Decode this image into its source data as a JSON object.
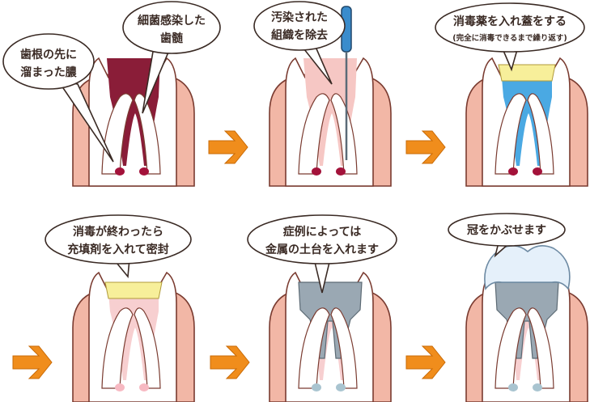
{
  "colors": {
    "gum": "#f2b7a6",
    "gum_stroke": "#7a3b30",
    "tooth": "#ffffff",
    "pulp_pink": "#f6c7c4",
    "infected": "#8a1d38",
    "pus": "#a3123a",
    "medicine": "#4aa9e3",
    "seal": "#f7ef9a",
    "filling": "#f7cfd0",
    "metal": "#9aa8b3",
    "crown": "#e5f0fa",
    "arrow": "#f08d1c"
  },
  "steps": [
    {
      "id": 1,
      "state": "infected",
      "callouts": [
        {
          "lines": [
            "歯根の先に",
            "溜まった膿"
          ]
        },
        {
          "lines": [
            "細菌感染した",
            "歯髄"
          ]
        }
      ]
    },
    {
      "id": 2,
      "state": "cleaning",
      "callouts": [
        {
          "lines": [
            "汚染された",
            "組織を除去"
          ]
        }
      ]
    },
    {
      "id": 3,
      "state": "medicated",
      "callouts": [
        {
          "lines": [
            "消毒薬を入れ蓋をする",
            "(完全に消毒できるまで繰り返す)"
          ]
        }
      ]
    },
    {
      "id": 4,
      "state": "filled",
      "callouts": [
        {
          "lines": [
            "消毒が終わったら",
            "充填剤を入れて密封"
          ]
        }
      ]
    },
    {
      "id": 5,
      "state": "core",
      "callouts": [
        {
          "lines": [
            "症例によっては",
            "金属の土台を入れます"
          ]
        }
      ]
    },
    {
      "id": 6,
      "state": "crowned",
      "callouts": [
        {
          "lines": [
            "冠をかぶせます"
          ]
        }
      ]
    }
  ],
  "arrows": 4
}
